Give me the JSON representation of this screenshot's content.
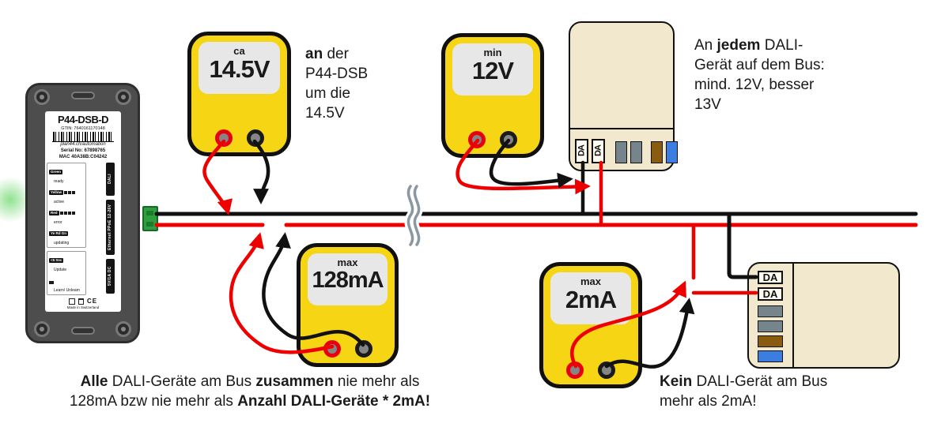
{
  "device_p44": {
    "title": "P44-DSB-D",
    "gtin": "GTIN: 7640161170148",
    "url": "plan44.ch/automation",
    "serial": "Serial No: 67898765",
    "mac": "MAC 40A38B:C04242",
    "leds": [
      {
        "tag": "Green",
        "label": "ready"
      },
      {
        "tag": "Yellow",
        "label": "active"
      },
      {
        "tag": "Red",
        "label": "error"
      },
      {
        "tag": "Ye Rd Gn",
        "label": "updating"
      }
    ],
    "buttons": [
      {
        "tag": "<5 Sec",
        "label": "Update"
      },
      {
        "tag": "",
        "label": "Learn/ Unlearn"
      }
    ],
    "ce_mark": "CE",
    "made_in": "Made in Switzerland",
    "ports": [
      "DALI",
      "Ethernet PPoE 12-26V",
      "5V/1A DC"
    ]
  },
  "meters": [
    {
      "qualifier": "ca",
      "value": "14.5V"
    },
    {
      "qualifier": "min",
      "value": "12V"
    },
    {
      "qualifier": "max",
      "value": "128mA"
    },
    {
      "qualifier": "max",
      "value": "2mA"
    }
  ],
  "dali": {
    "terminal_label": "DA"
  },
  "annotations": {
    "at_dsb": [
      {
        "b": "an"
      },
      {
        "t": " der"
      },
      {
        "br": true
      },
      {
        "t": "P44-DSB"
      },
      {
        "br": true
      },
      {
        "t": "um die"
      },
      {
        "br": true
      },
      {
        "t": "14.5V"
      }
    ],
    "at_each": [
      {
        "t": "An "
      },
      {
        "b": "jedem"
      },
      {
        "t": " DALI-"
      },
      {
        "br": true
      },
      {
        "t": "Gerät auf dem Bus:"
      },
      {
        "br": true
      },
      {
        "t": "mind. 12V, besser"
      },
      {
        "br": true
      },
      {
        "t": "13V"
      }
    ],
    "bus_total": [
      {
        "b": "Alle"
      },
      {
        "t": " DALI-Geräte am Bus "
      },
      {
        "b": "zusammen"
      },
      {
        "t": " nie mehr als"
      },
      {
        "br": true
      },
      {
        "t": "128mA bzw nie mehr als "
      },
      {
        "b": "Anzahl DALI-Geräte * 2mA!"
      }
    ],
    "per_device": [
      {
        "b": "Kein"
      },
      {
        "t": " DALI-Gerät am Bus"
      },
      {
        "br": true
      },
      {
        "t": "mehr als 2mA!"
      }
    ]
  },
  "colors": {
    "meter_body": "#f6d515",
    "meter_display": "#e7e7e7",
    "device_beige": "#f2e8cd",
    "wire_red": "#ee0000",
    "wire_black": "#111111",
    "terminal_gray": "#76858b",
    "terminal_brown": "#8a5c10",
    "terminal_blue": "#3c7de2",
    "connector_green": "#2f9e41",
    "led_glow": "#7ddc7d"
  }
}
